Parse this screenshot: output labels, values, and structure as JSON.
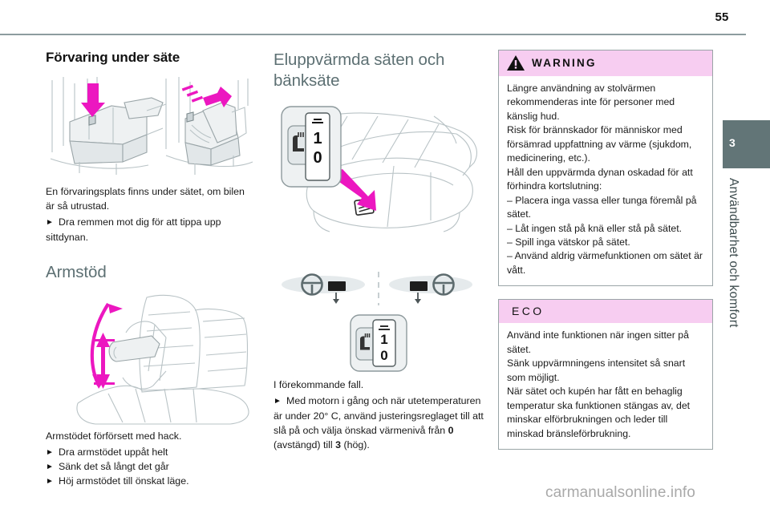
{
  "page": {
    "number": "55",
    "watermark": "carmanualsonline.info"
  },
  "chapter_tab": {
    "number": "3",
    "title": "Användbarhet och komfort",
    "color": "#627577"
  },
  "colors": {
    "heading_gray": "#5d7073",
    "callout_pink": "#f7cdf1",
    "callout_border": "#9aa5a7",
    "arrow_magenta": "#ec17c0"
  },
  "column_left": {
    "heading": "Förvaring under säte",
    "illustration_name": "under-seat-storage-illustration",
    "paragraph": "En förvaringsplats finns under sätet, om bilen är så utrustad.",
    "steps": [
      "Dra remmen mot dig för att tippa upp sittdynan."
    ],
    "heading_2": "Armstöd",
    "illustration_2_name": "armrest-illustration",
    "paragraph_2": "Armstödet förförsett med hack.",
    "steps_2": [
      "Dra armstödet uppåt helt",
      "Sänk det så långt det går",
      "Höj armstödet till önskat läge."
    ]
  },
  "column_middle": {
    "heading": "Eluppvärmda säten och bänksäte",
    "illustration_name": "heated-seat-switch-illustration",
    "illustration_2_name": "lhd-rhd-switch-location-illustration",
    "paragraph": "I förekommande fall.",
    "step_text_1": "Med motorn i gång och när utetemperaturen är under 20° C, använd justeringsreglaget till att slå på och välja önskad värmenivå från ",
    "step_value_min": "0",
    "step_text_2": " (avstängd) till ",
    "step_value_max": "3",
    "step_text_3": " (hög)."
  },
  "column_right": {
    "warning": {
      "label": "WARNING",
      "icon": "warning-triangle-icon",
      "lines": [
        "Längre användning av stolvärmen rekommenderas inte för personer med känslig hud.",
        "Risk för brännskador för människor med försämrad uppfattning av värme (sjukdom, medicinering, etc.).",
        "Håll den uppvärmda dynan oskadad för att förhindra kortslutning:",
        "– Placera inga vassa eller tunga föremål på sätet.",
        "– Låt ingen stå på knä eller stå på sätet.",
        "– Spill inga vätskor på sätet.",
        "– Använd aldrig värmefunktionen om sätet är vått."
      ]
    },
    "eco": {
      "label": "ECO",
      "lines": [
        "Använd inte funktionen när ingen sitter på sätet.",
        "Sänk uppvärmningens intensitet så snart som möjligt.",
        "När sätet och kupén har fått en behaglig temperatur ska funktionen stängas av, det minskar elförbrukningen och leder till minskad bränsleförbrukning."
      ]
    }
  }
}
